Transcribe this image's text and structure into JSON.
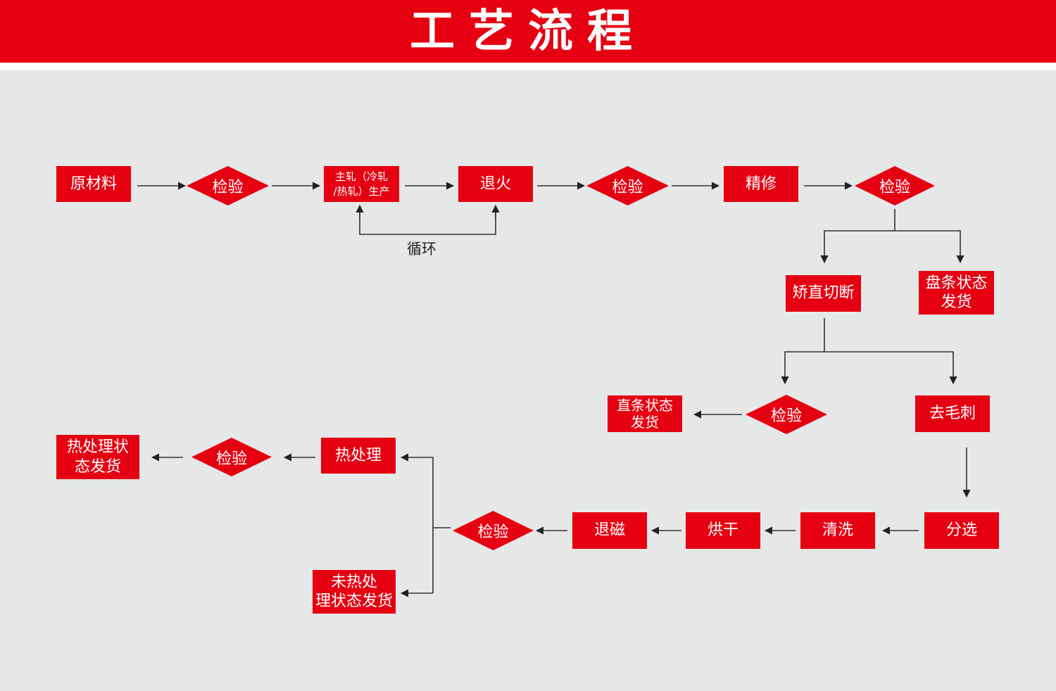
{
  "header": {
    "title": "工艺流程"
  },
  "colors": {
    "accent": "#e50012",
    "background": "#e6e7e7",
    "line": "#222222",
    "node_text": "#ffffff"
  },
  "nodes": {
    "raw_material": "原材料",
    "inspect_1": "检验",
    "main_rolling_line1": "主轧（冷轧",
    "main_rolling_line2": "/热轧）生产",
    "annealing": "退火",
    "inspect_2": "检验",
    "finishing": "精修",
    "inspect_3": "检验",
    "straighten_cut": "矫直切断",
    "coil_ship_line1": "盘条状态",
    "coil_ship_line2": "发货",
    "inspect_4": "检验",
    "straight_ship_line1": "直条状态",
    "straight_ship_line2": "发货",
    "deburr": "去毛刺",
    "sorting": "分选",
    "cleaning": "清洗",
    "drying": "烘干",
    "demagnetize": "退磁",
    "inspect_5": "检验",
    "heat_treatment": "热处理",
    "inspect_6": "检验",
    "heat_ship_line1": "热处理状",
    "heat_ship_line2": "态发货",
    "no_heat_ship_line1": "未热处",
    "no_heat_ship_line2": "理状态发货"
  },
  "labels": {
    "loop": "循环"
  }
}
